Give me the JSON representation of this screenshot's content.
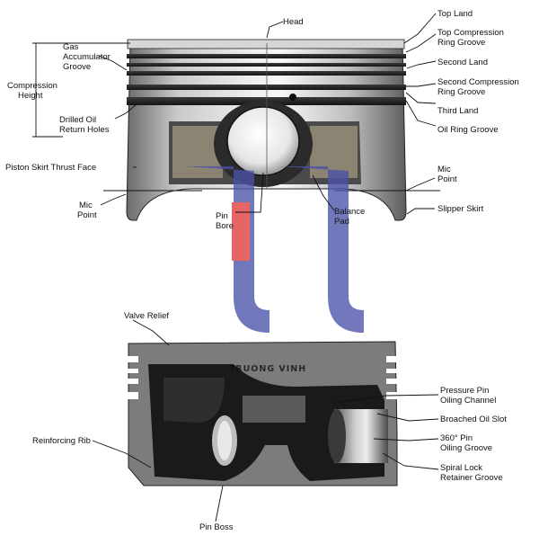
{
  "top_diagram": {
    "labels": {
      "head": "Head",
      "top_land": "Top Land",
      "top_compression_ring_groove": [
        "Top Compression",
        "Ring Groove"
      ],
      "second_land": "Second Land",
      "second_compression_ring_groove": [
        "Second Compression",
        "Ring Groove"
      ],
      "third_land": "Third Land",
      "oil_ring_groove": "Oil Ring Groove",
      "gas_accumulator_groove": [
        "Gas",
        "Accumulator",
        "Groove"
      ],
      "compression_height": [
        "Compression",
        "Height"
      ],
      "drilled_oil_return_holes": [
        "Drilled Oil",
        "Return Holes"
      ],
      "piston_skirt_thrust_face": "Piston Skirt Thrust Face",
      "mic_point_left": [
        "Mic",
        "Point"
      ],
      "mic_point_right": [
        "Mic",
        "Point"
      ],
      "pin_bore": [
        "Pin",
        "Bore"
      ],
      "balance_pad": [
        "Balance",
        "Pad"
      ],
      "slipper_skirt": "Slipper Skirt"
    }
  },
  "bottom_diagram": {
    "labels": {
      "valve_relief": "Valve Relief",
      "pressure_pin_oiling_channel": [
        "Pressure Pin",
        "Oiling Channel"
      ],
      "broached_oil_slot": "Broached Oil Slot",
      "oiling_groove_360": [
        "360° Pin",
        "Oiling Groove"
      ],
      "spiral_lock_retainer_groove": [
        "Spiral Lock",
        "Retainer Groove"
      ],
      "reinforcing_rib": "Reinforcing Rib",
      "pin_boss": "Pin Boss"
    }
  },
  "watermark": {
    "text": "TRUONG VINH",
    "colors": {
      "blue": "#4a52a8",
      "red": "#e03a3a"
    }
  }
}
